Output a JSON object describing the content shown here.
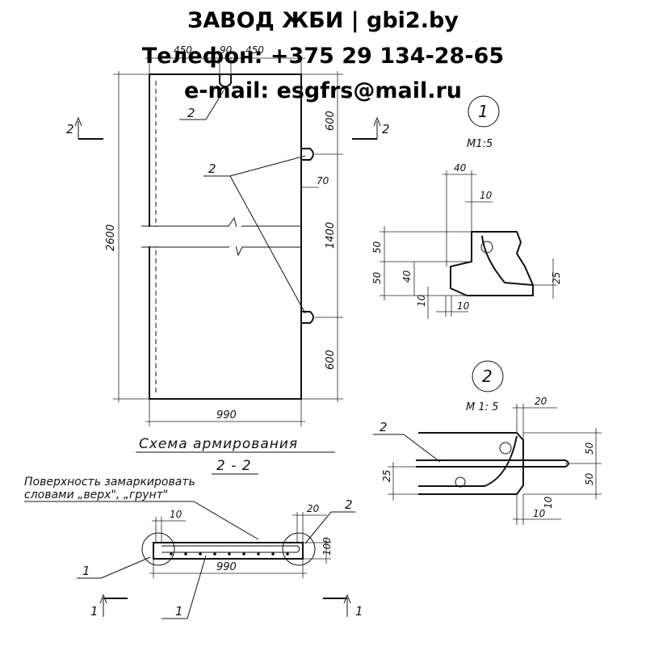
{
  "header": {
    "line1": "ЗАВОД ЖБИ | gbi2.by",
    "line2": "Телефон: +375 29 134-28-65",
    "line3": "e-mail: esgfrs@mail.ru"
  },
  "main_view": {
    "callout_top": "2",
    "callout_mid": "2",
    "section_mark_left": "2",
    "section_mark_right": "2",
    "dim_top_left": "450",
    "dim_top_mid": "90",
    "dim_top_right": "450",
    "dim_height": "2600",
    "dim_upper": "600",
    "dim_70": "70",
    "dim_mid": "1400",
    "dim_lower": "600",
    "dim_width": "990"
  },
  "caption": {
    "title": "Схема армирования",
    "section": "2 - 2",
    "note_line1": "Поверхность замаркировать",
    "note_line2": "словами „верх\", „грунт\""
  },
  "detail1": {
    "number": "1",
    "scale": "М1:5",
    "dim_40": "40",
    "dim_10_top": "10",
    "dim_50_upper": "50",
    "dim_50_lower": "50",
    "dim_40_side": "40",
    "dim_10_left": "10",
    "dim_10_bottom": "10",
    "dim_25": "25"
  },
  "detail2": {
    "number": "2",
    "scale": "М 1: 5",
    "callout": "2",
    "dim_20": "20",
    "dim_50_upper": "50",
    "dim_50_lower": "50",
    "dim_25": "25",
    "dim_10_a": "10",
    "dim_10_b": "10"
  },
  "section_view": {
    "dim_10": "10",
    "dim_20": "20",
    "callout_right": "2",
    "dim_100": "100",
    "dim_990": "990",
    "callout_left": "1",
    "callout_bottom": "1",
    "cut_left": "1",
    "cut_right": "1"
  }
}
